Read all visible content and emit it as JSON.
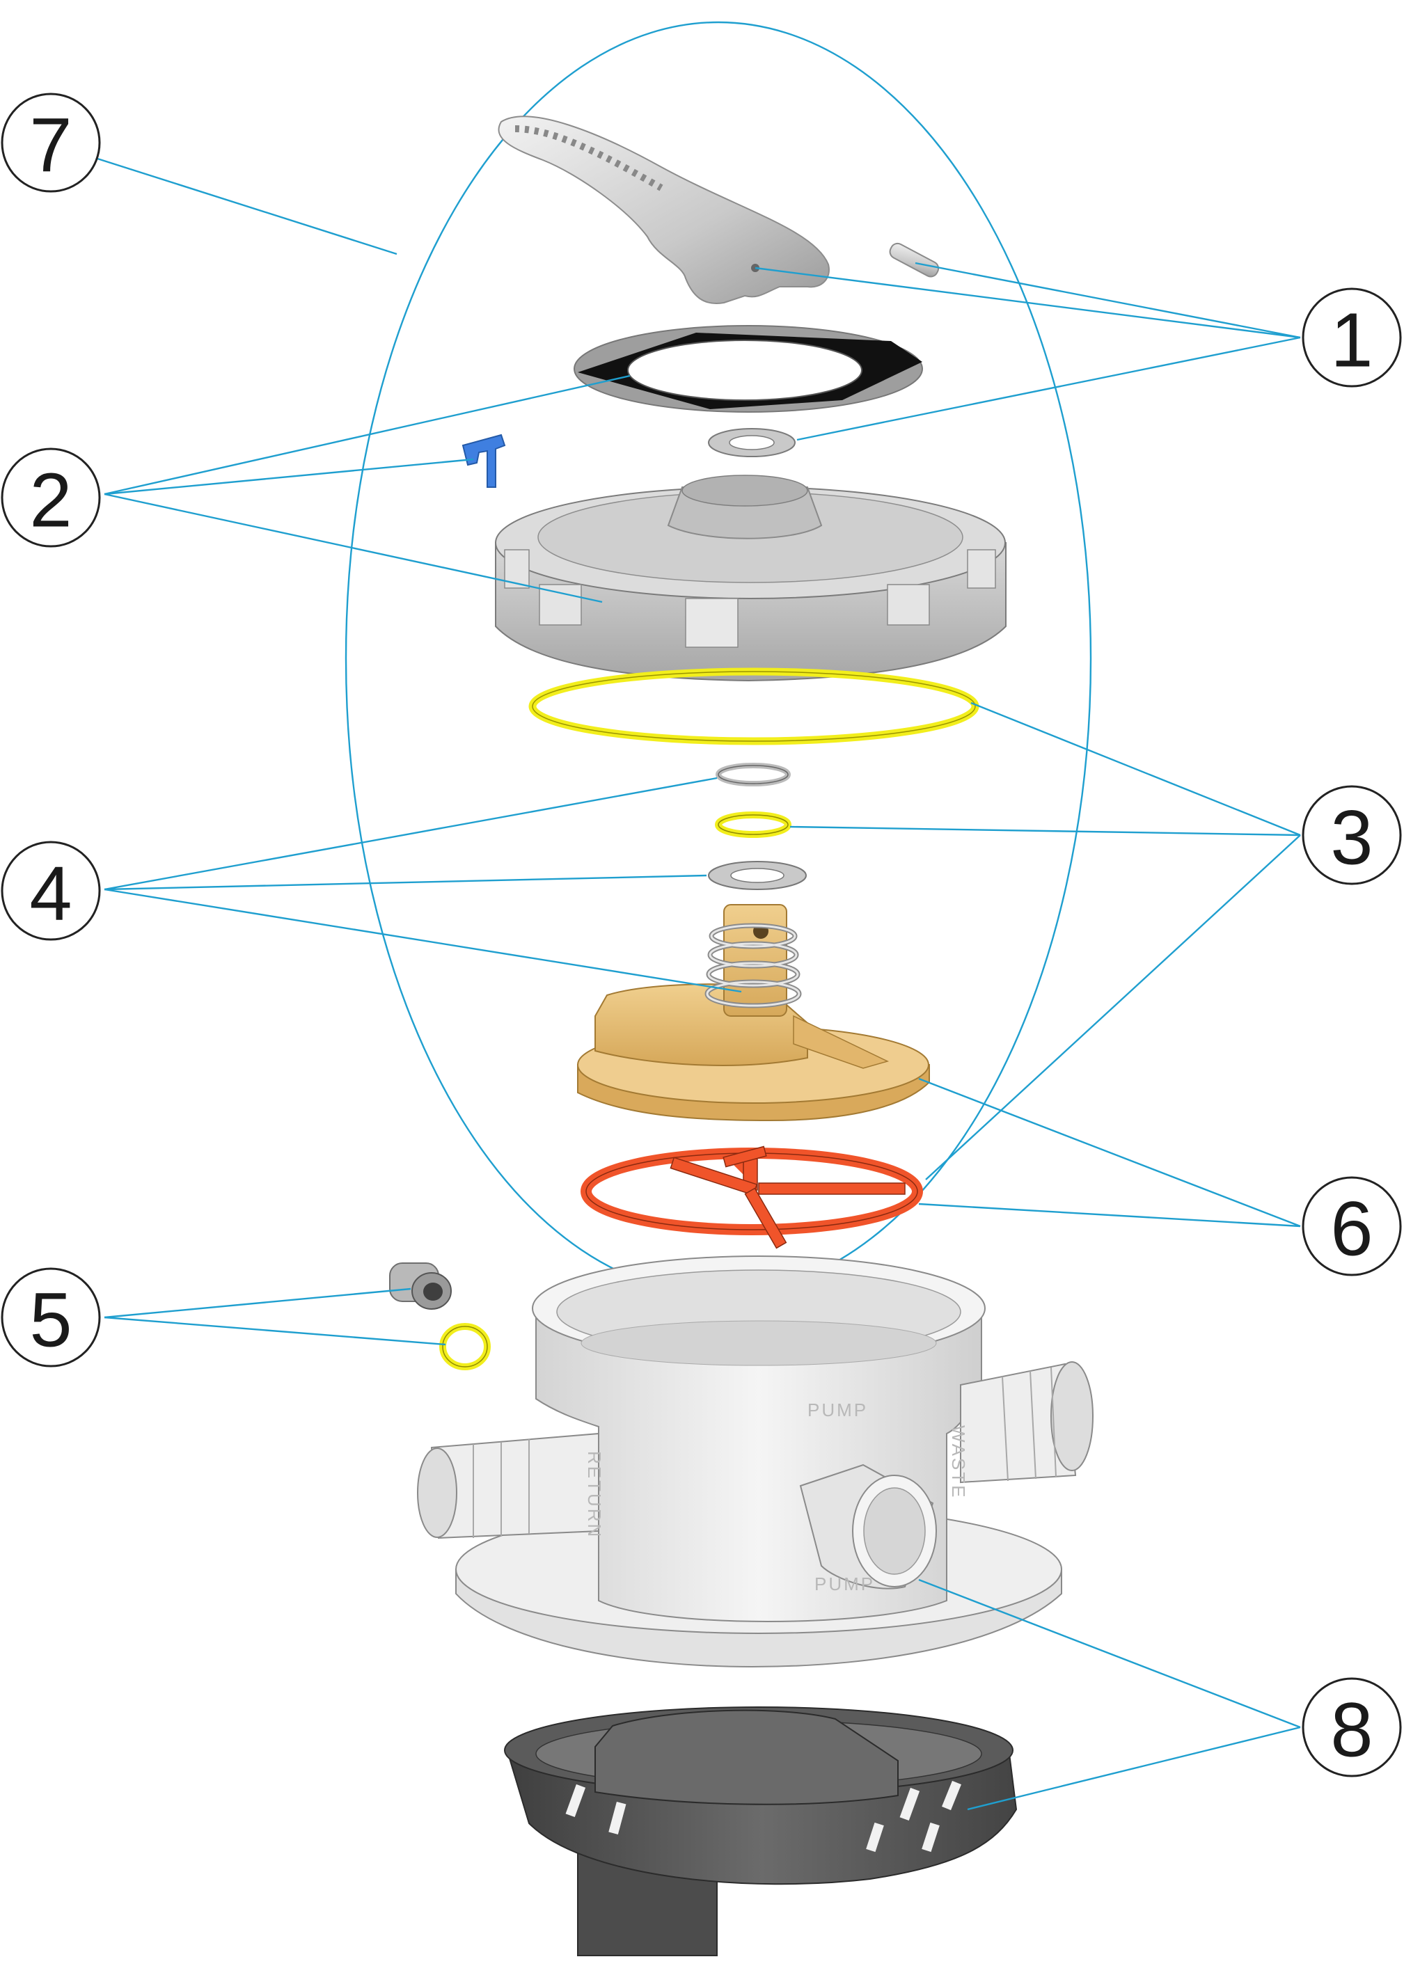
{
  "colors": {
    "leader": "#1f9fcf",
    "white_part": "#e6e6e6",
    "gray_part": "#bdbdbd",
    "dark_part": "#555555",
    "gasket_black": "#111111",
    "oring_yellow": "#f2ee1c",
    "rotor_tan": "#e8c07a",
    "spider_gasket": "#f0542a",
    "screw_blue": "#3f7fe0"
  },
  "icons": {
    "callout": "numbered-circle-callout"
  },
  "callouts": [
    {
      "id": "1",
      "label": "1"
    },
    {
      "id": "2",
      "label": "2"
    },
    {
      "id": "3",
      "label": "3"
    },
    {
      "id": "4",
      "label": "4"
    },
    {
      "id": "5",
      "label": "5"
    },
    {
      "id": "6",
      "label": "6"
    },
    {
      "id": "7",
      "label": "7"
    },
    {
      "id": "8",
      "label": "8"
    }
  ],
  "port_labels": {
    "pump_top": "PUMP",
    "pump_front": "PUMP",
    "waste": "WASTE",
    "return": "RETURN"
  }
}
